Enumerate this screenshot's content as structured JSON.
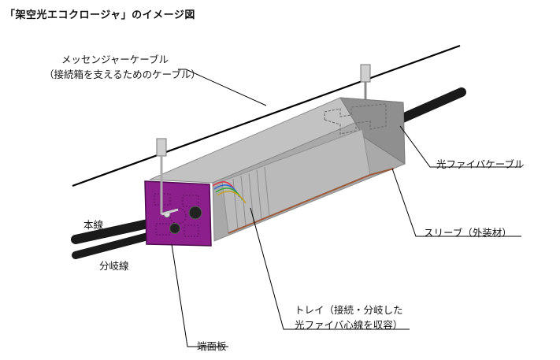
{
  "title": "「架空光エコクロージャ」のイメージ図",
  "labels": {
    "messenger_cable_line1": "メッセンジャーケーブル",
    "messenger_cable_line2": "（接続箱を支えるためのケーブル）",
    "fiber_cable": "光ファイバケーブル",
    "main_line": "本線",
    "branch_line": "分岐線",
    "sleeve": "スリーブ（外装材）",
    "tray_line1": "トレイ（接続・分岐した",
    "tray_line2": "光ファイバ心線を収容）",
    "end_plate": "端面板"
  },
  "colors": {
    "box_front": "#aaaaaa",
    "box_top": "#c2c2c2",
    "box_end": "#8f8f8f",
    "end_plate": "#8c1f8c",
    "end_plate_dark": "#5e0f5e",
    "cable": "#2a2a2a",
    "line": "#000000",
    "tray_edge": "#9c5a3a"
  }
}
